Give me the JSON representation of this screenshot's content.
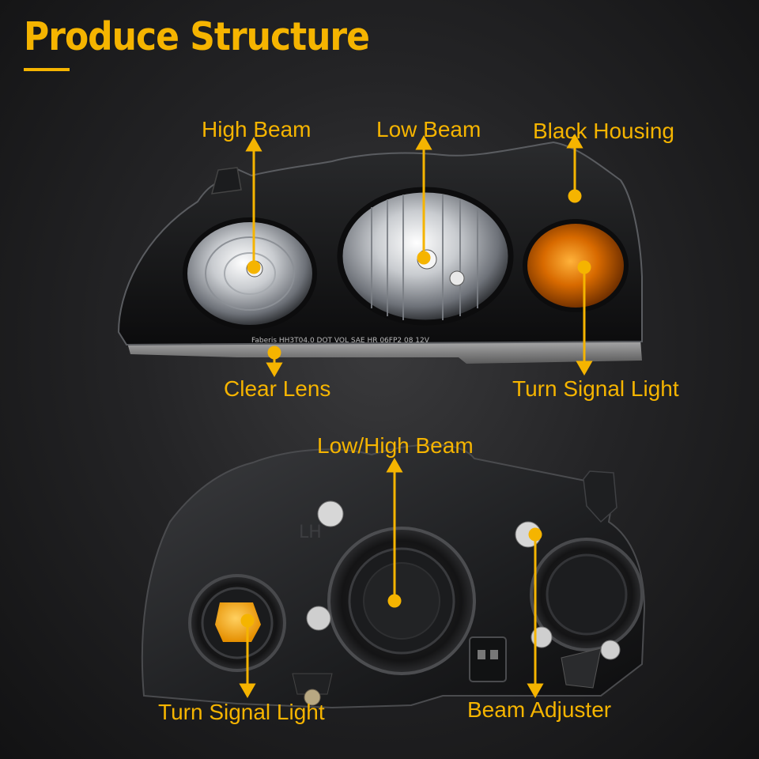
{
  "title": "Produce Structure",
  "accent_color": "#f5b400",
  "front_view": {
    "labels": {
      "high_beam": "High Beam",
      "low_beam": "Low Beam",
      "black_housing": "Black Housing",
      "clear_lens": "Clear Lens",
      "turn_signal_light": "Turn Signal Light"
    },
    "lens_text": "Faberis HH3T04.0 DOT VOL SAE HR 06FP2 08 12V"
  },
  "back_view": {
    "labels": {
      "low_high_beam": "Low/High Beam",
      "turn_signal_light": "Turn Signal Light",
      "beam_adjuster": "Beam Adjuster"
    },
    "housing_mark": "LH"
  }
}
